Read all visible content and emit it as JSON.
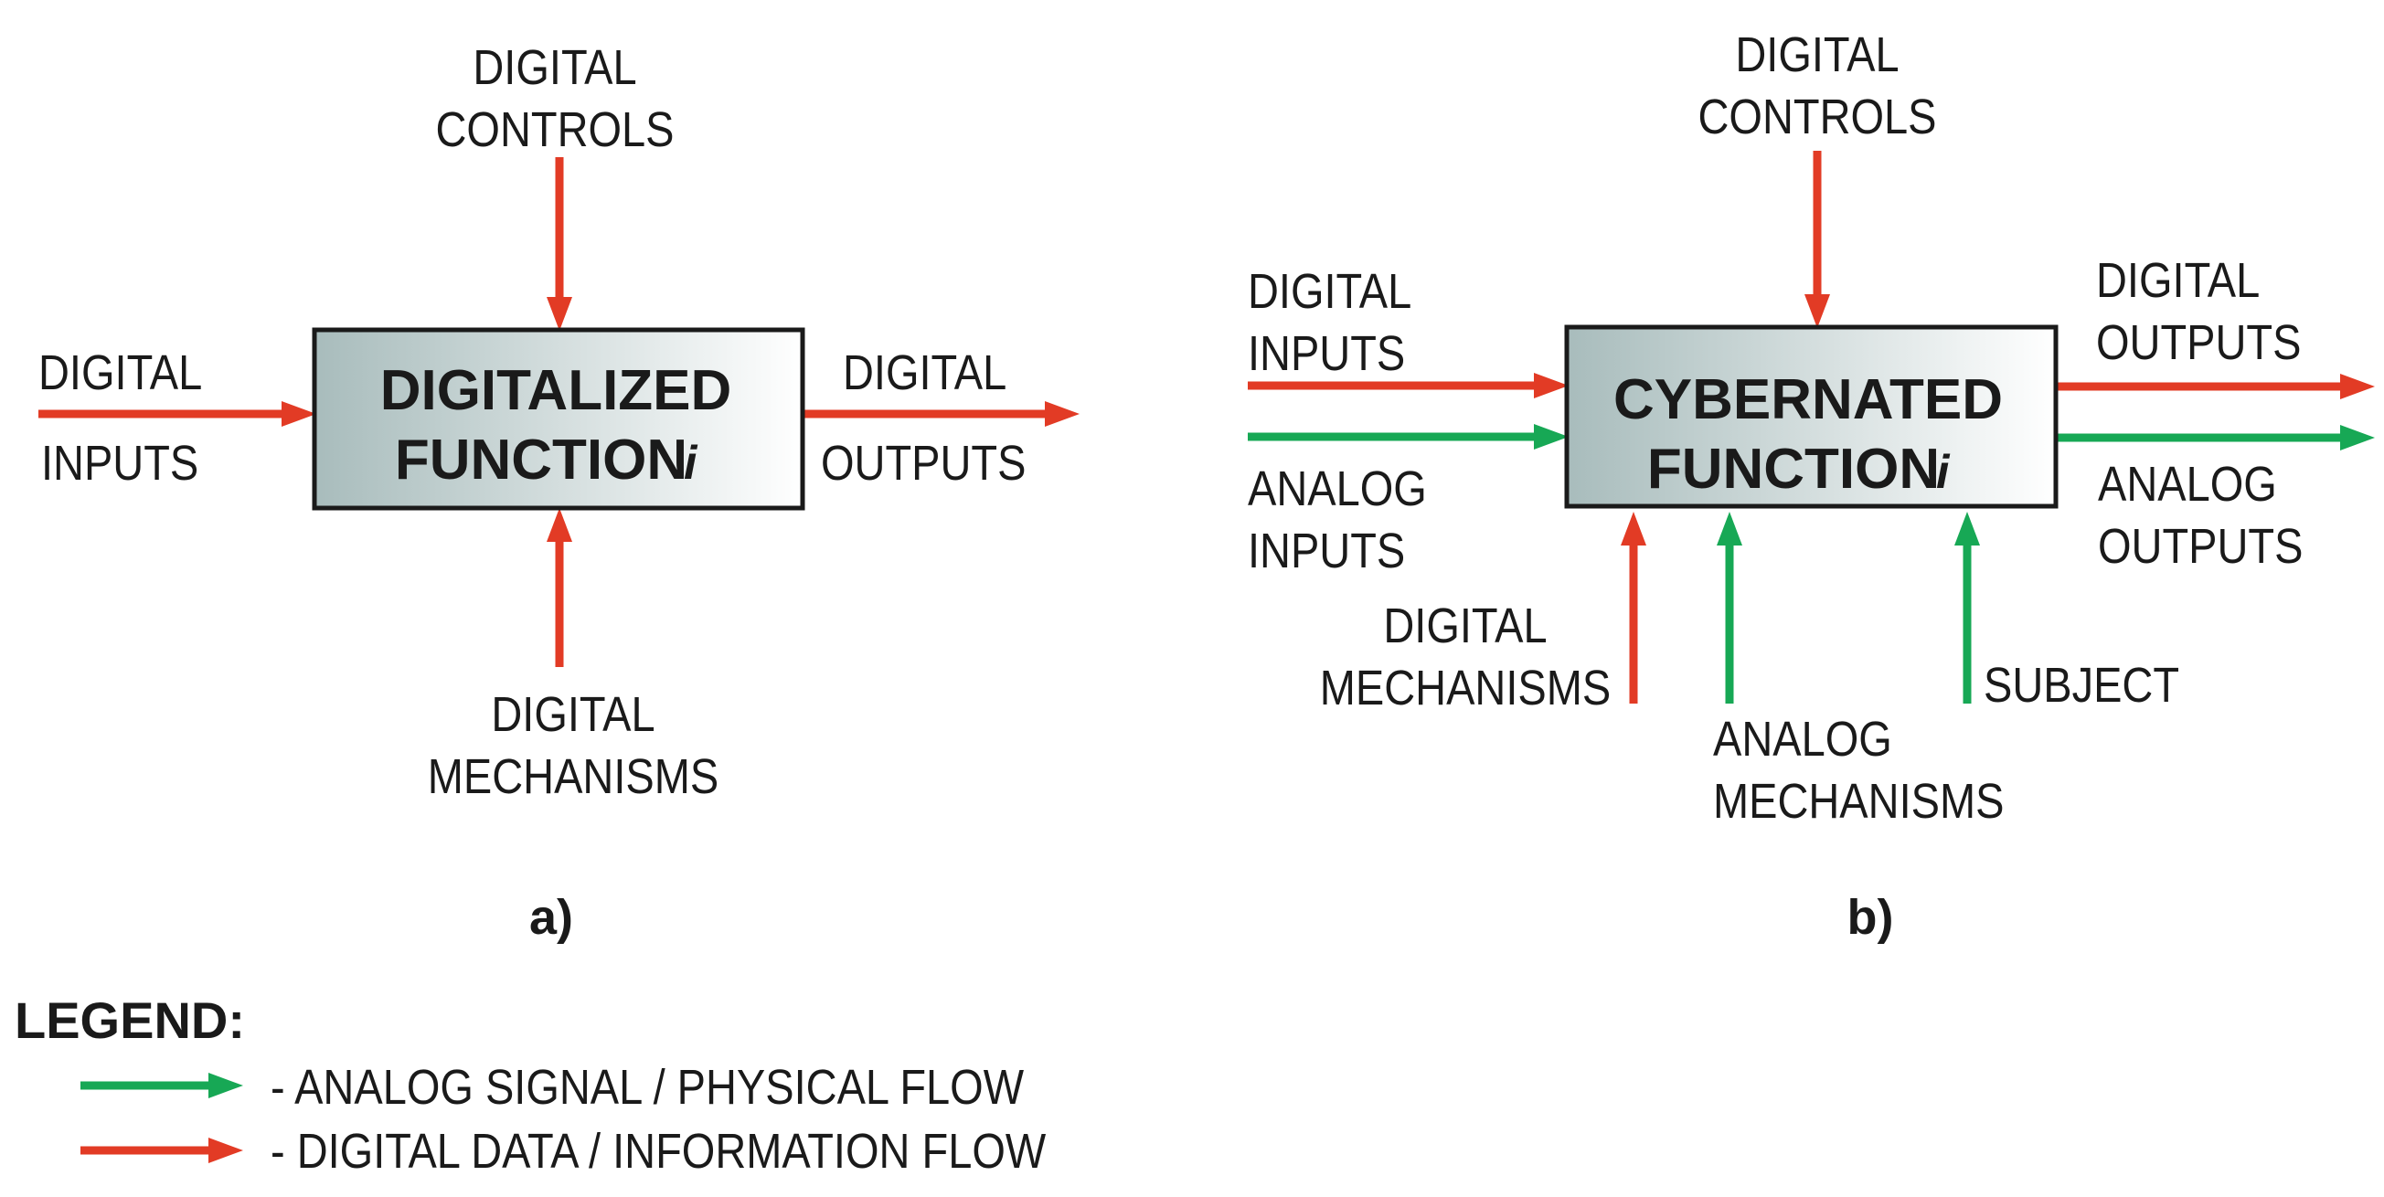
{
  "colors": {
    "digital": "#e23b25",
    "analog": "#17a855",
    "box_fill_dark": "#a8bcbc",
    "box_fill_light": "#ffffff",
    "box_stroke": "#1a1a1a"
  },
  "diagram_a": {
    "box_title_line1": "DIGITALIZED",
    "box_title_line2": "FUNCTION",
    "box_index": "i",
    "controls": [
      "DIGITAL",
      "CONTROLS"
    ],
    "inputs": [
      "DIGITAL",
      "INPUTS"
    ],
    "outputs": [
      "DIGITAL",
      "OUTPUTS"
    ],
    "mechanisms": [
      "DIGITAL",
      "MECHANISMS"
    ],
    "panel_label": "a)"
  },
  "diagram_b": {
    "box_title_line1": "CYBERNATED",
    "box_title_line2": "FUNCTION",
    "box_index": "i",
    "controls": [
      "DIGITAL",
      "CONTROLS"
    ],
    "digital_inputs": [
      "DIGITAL",
      "INPUTS"
    ],
    "analog_inputs": [
      "ANALOG",
      "INPUTS"
    ],
    "digital_outputs": [
      "DIGITAL",
      "OUTPUTS"
    ],
    "analog_outputs": [
      "ANALOG",
      "OUTPUTS"
    ],
    "digital_mechanisms": [
      "DIGITAL",
      "MECHANISMS"
    ],
    "analog_mechanisms": [
      "ANALOG",
      "MECHANISMS"
    ],
    "subject": "SUBJECT",
    "panel_label": "b)"
  },
  "legend": {
    "title": "LEGEND:",
    "analog": "-  ANALOG SIGNAL / PHYSICAL FLOW",
    "digital": "-  DIGITAL DATA / INFORMATION FLOW"
  }
}
